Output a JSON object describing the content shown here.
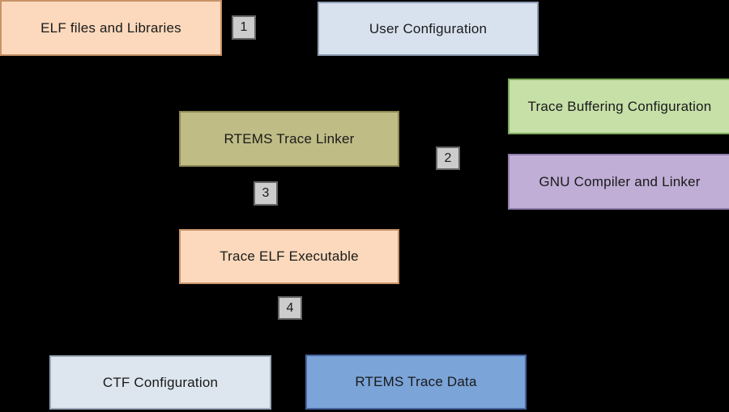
{
  "diagram": {
    "background_color": "#000000",
    "text_color": "#1a1a1a",
    "nodes": [
      {
        "id": "elf-files",
        "label": "ELF files and Libraries",
        "fill": "#fcd9bc",
        "border": "#c89368"
      },
      {
        "id": "user-config",
        "label": "User Configuration",
        "fill": "#d8e2ee",
        "border": "#8e9db1"
      },
      {
        "id": "trace-buffering",
        "label": "Trace Buffering Configuration",
        "fill": "#c6e0a8",
        "border": "#7da75c"
      },
      {
        "id": "trace-linker",
        "label": "RTEMS Trace Linker",
        "fill": "#bfbc85",
        "border": "#8a8752"
      },
      {
        "id": "gnu-compiler",
        "label": "GNU Compiler and Linker",
        "fill": "#c0aed6",
        "border": "#8f7cab"
      },
      {
        "id": "trace-elf",
        "label": "Trace ELF Executable",
        "fill": "#fcd9bc",
        "border": "#c89368"
      },
      {
        "id": "ctf-config",
        "label": "CTF Configuration",
        "fill": "#dde6ee",
        "border": "#9ba9b9"
      },
      {
        "id": "trace-data",
        "label": "RTEMS Trace Data",
        "fill": "#7ba4d9",
        "border": "#46639c"
      }
    ],
    "connector_labels": [
      {
        "id": "1",
        "label": "1",
        "fill": "#cccccc",
        "border": "#666666"
      },
      {
        "id": "2",
        "label": "2",
        "fill": "#cccccc",
        "border": "#666666"
      },
      {
        "id": "3",
        "label": "3",
        "fill": "#cccccc",
        "border": "#666666"
      },
      {
        "id": "4",
        "label": "4",
        "fill": "#cccccc",
        "border": "#666666"
      }
    ]
  }
}
